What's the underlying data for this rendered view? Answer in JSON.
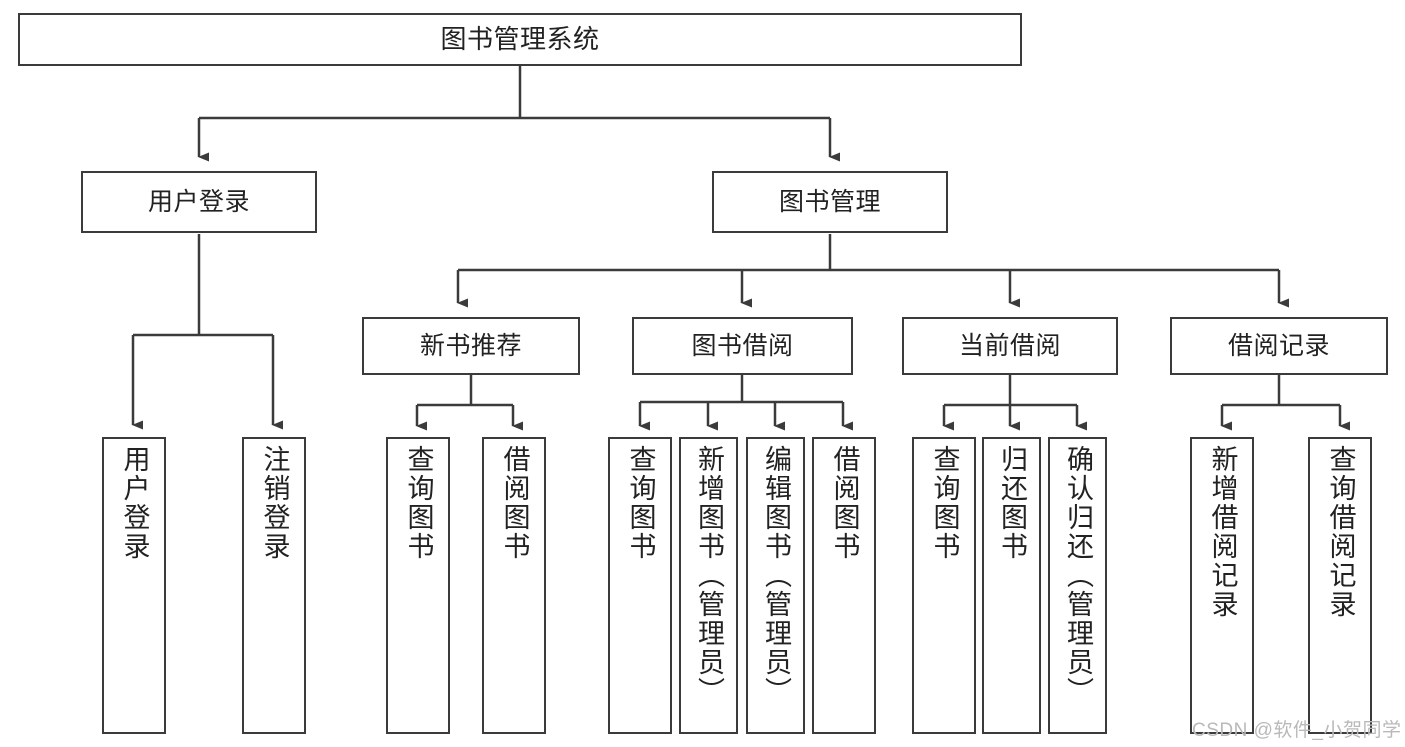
{
  "diagram": {
    "title": "图书管理系统",
    "type": "hierarchy-tree",
    "colors": {
      "stroke": "#3b3b3b",
      "fill": "#ffffff",
      "text": "#222222",
      "watermark": "#b9b9b9"
    },
    "nodes": {
      "root": {
        "label": "图书管理系统"
      },
      "level1": [
        {
          "label": "用户登录"
        },
        {
          "label": "图书管理"
        }
      ],
      "level2": [
        {
          "label": "新书推荐"
        },
        {
          "label": "图书借阅"
        },
        {
          "label": "当前借阅"
        },
        {
          "label": "借阅记录"
        }
      ],
      "leaves": {
        "user_login": [
          {
            "label": "用户登录"
          },
          {
            "label": "注销登录"
          }
        ],
        "new_book": [
          {
            "label": "查询图书"
          },
          {
            "label": "借阅图书"
          }
        ],
        "borrow_book": [
          {
            "label": "查询图书"
          },
          {
            "label": "新增图书（管理员）"
          },
          {
            "label": "编辑图书（管理员）"
          },
          {
            "label": "借阅图书"
          }
        ],
        "current_borrow": [
          {
            "label": "查询图书"
          },
          {
            "label": "归还图书"
          },
          {
            "label": "确认归还（管理员）"
          }
        ],
        "borrow_record": [
          {
            "label": "新增借阅记录"
          },
          {
            "label": "查询借阅记录"
          }
        ]
      }
    }
  },
  "watermark": {
    "text": "CSDN @软件_小贺同学"
  }
}
